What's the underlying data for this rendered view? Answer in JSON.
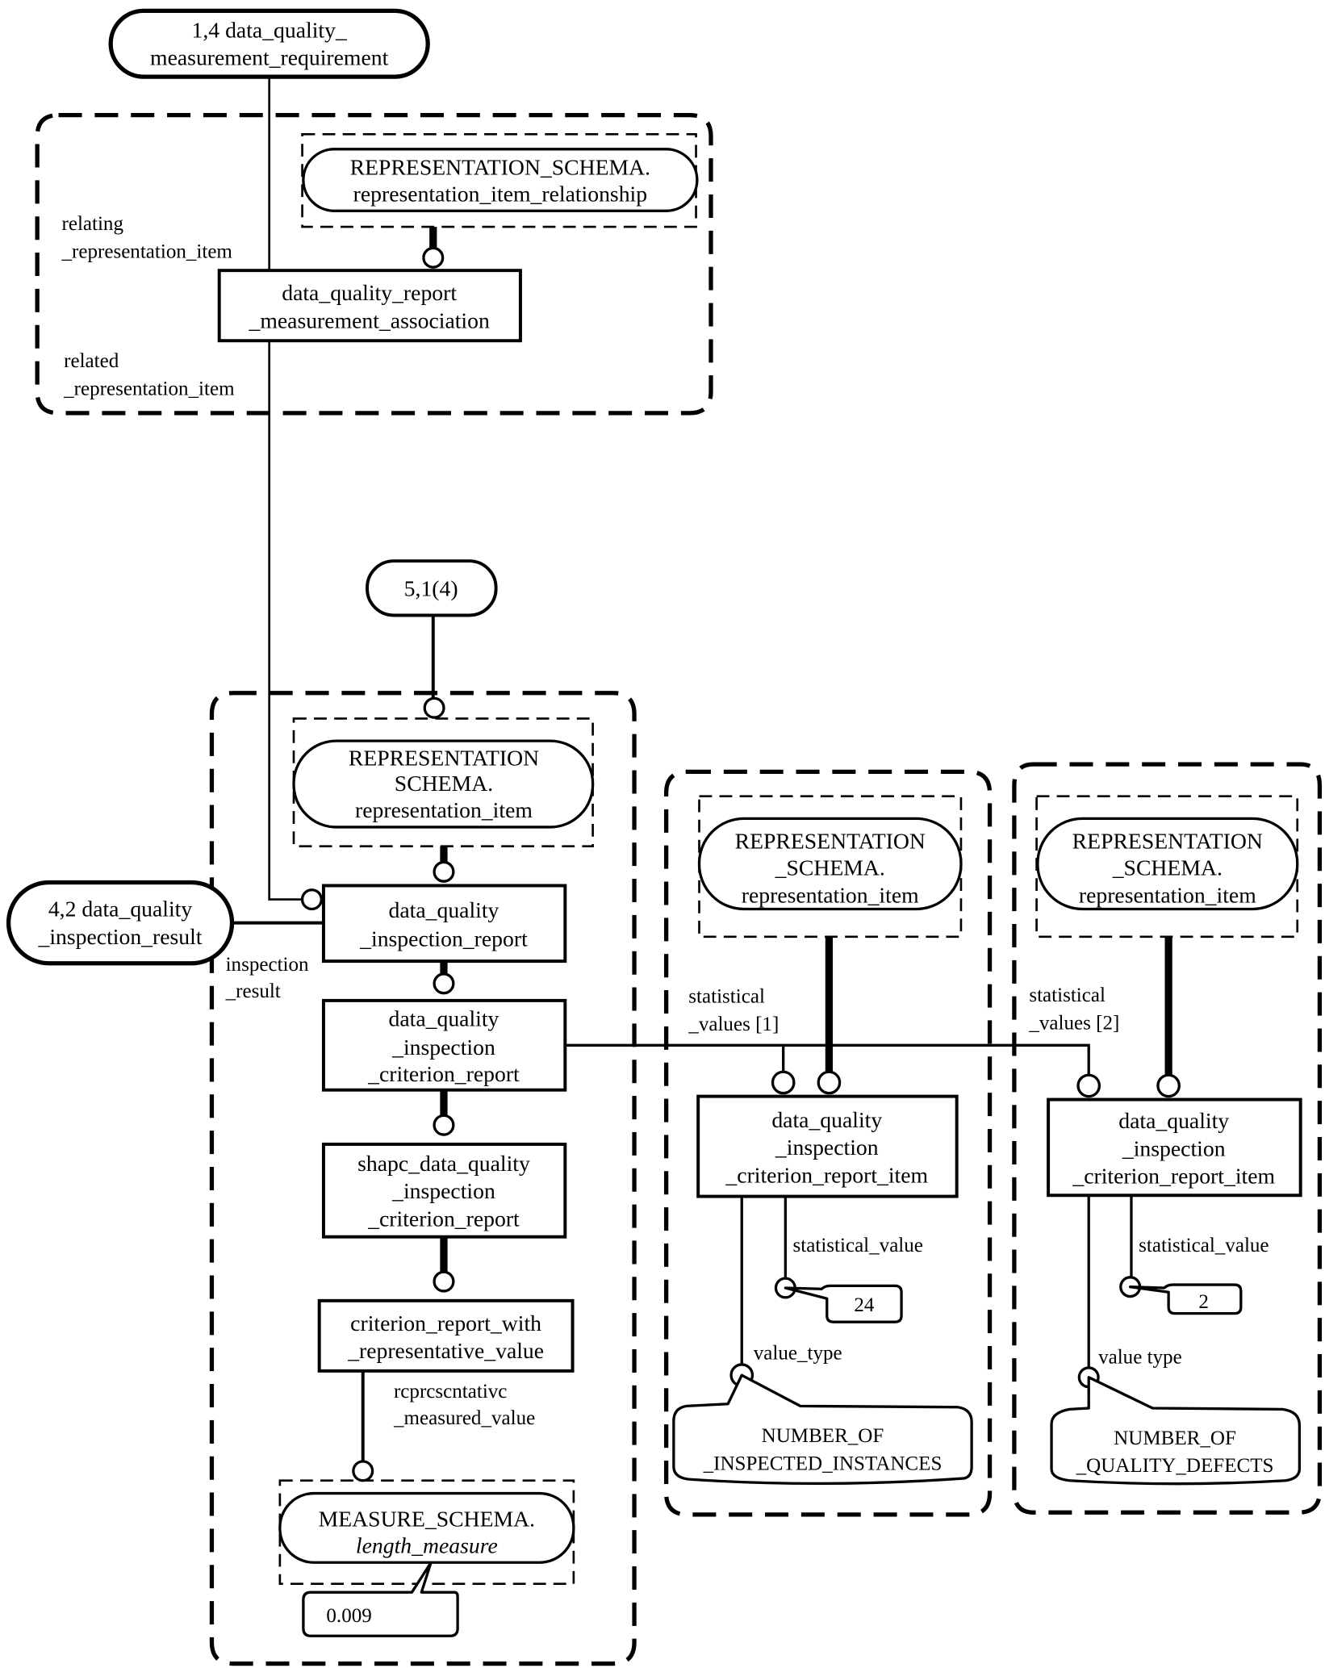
{
  "diagram": {
    "type": "EXPRESS-G instance diagram",
    "top_ref": {
      "lines": [
        "1,4 data_quality_",
        "measurement_requirement"
      ]
    },
    "group1": {
      "rep_item_relationship": {
        "lines": [
          "REPRESENTATION_SCHEMA.",
          "representation_item_relationship"
        ]
      },
      "association": {
        "lines": [
          "data_quality_report",
          "_measurement_association"
        ]
      },
      "relating_label": [
        "relating",
        "_representation_item"
      ],
      "related_label": [
        "related",
        "_representation_item"
      ]
    },
    "ref_5_1": {
      "label": "5,1(4)"
    },
    "ref_4_2": {
      "lines": [
        "4,2 data_quality",
        "_inspection_result"
      ]
    },
    "inspection_result_label": [
      "inspection",
      "_result"
    ],
    "group2": {
      "rep_item": {
        "lines": [
          "REPRESENTATION",
          "SCHEMA.",
          "representation_item"
        ]
      },
      "inspection_report": {
        "lines": [
          "data_quality",
          "_inspection_report"
        ]
      },
      "criterion_report": {
        "lines": [
          "data_quality",
          "_inspection",
          "_criterion_report"
        ]
      },
      "shape_criterion_report": {
        "lines": [
          "shapc_data_quality",
          "_inspection",
          "_criterion_report"
        ]
      },
      "rep_value_report": {
        "lines": [
          "criterion_report_with",
          "_representative_value"
        ]
      },
      "rep_measured_label": [
        "rcprcscntativc",
        "_measured_value"
      ],
      "measure": {
        "lines": [
          "MEASURE_SCHEMA.",
          "length_measure"
        ]
      },
      "measure_value": "0.009"
    },
    "group3": {
      "rep_item": {
        "lines": [
          "REPRESENTATION",
          "_SCHEMA.",
          "representation_item"
        ]
      },
      "stat_values_label": [
        "statistical",
        "_values [1]"
      ],
      "report_item": {
        "lines": [
          "data_quality",
          "_inspection",
          "_criterion_report_item"
        ]
      },
      "stat_value_label": "statistical_value",
      "stat_value": "24",
      "value_type_label": "value_type",
      "value_type": {
        "lines": [
          "NUMBER_OF",
          "_INSPECTED_INSTANCES"
        ]
      }
    },
    "group4": {
      "rep_item": {
        "lines": [
          "REPRESENTATION",
          "_SCHEMA.",
          "representation_item"
        ]
      },
      "stat_values_label": [
        "statistical",
        "_values [2]"
      ],
      "report_item": {
        "lines": [
          "data_quality",
          "_inspection",
          "_criterion_report_item"
        ]
      },
      "stat_value_label": "statistical_value",
      "stat_value": "2",
      "value_type_label": "value  type",
      "value_type": {
        "lines": [
          "NUMBER_OF",
          "_QUALITY_DEFECTS"
        ]
      }
    }
  }
}
